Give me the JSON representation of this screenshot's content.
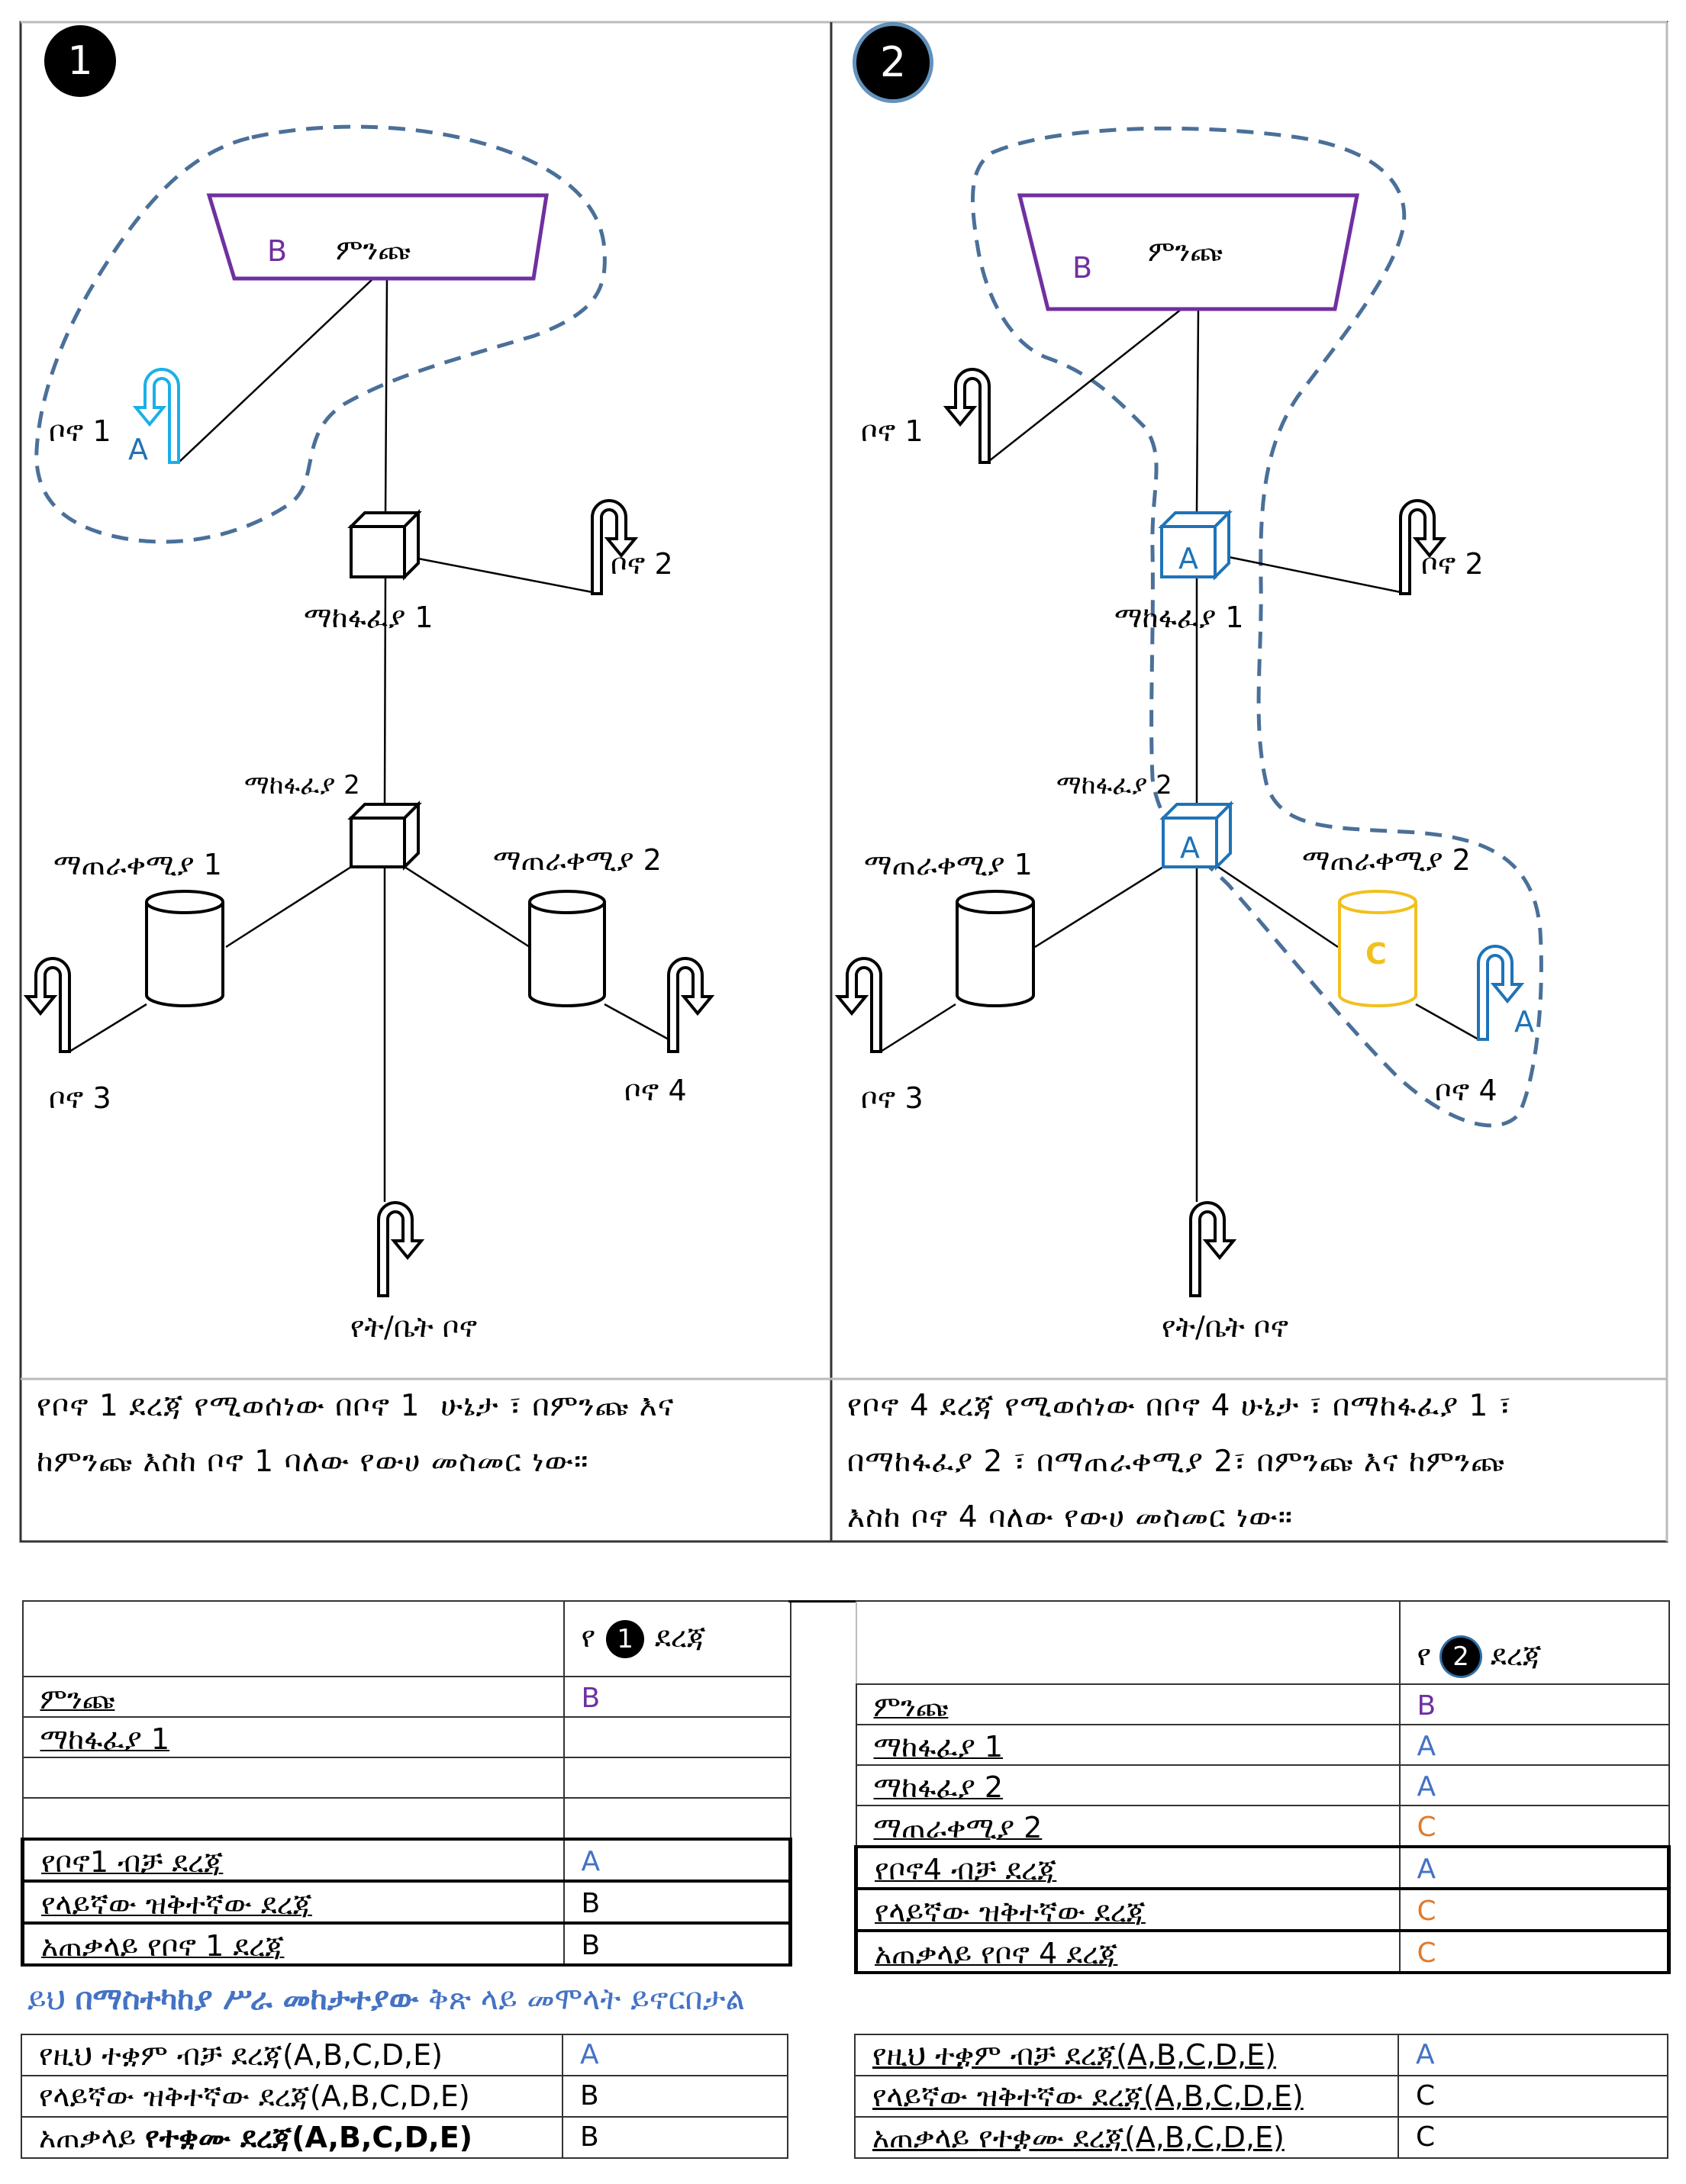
{
  "panels": [
    {
      "badge": "1",
      "source": {
        "label": "ምንጩ",
        "grade": "B"
      },
      "distributor_1": {
        "label": "ማከፋፈያ 1",
        "grade": ""
      },
      "distributor_2": {
        "label": "ማከፋፈያ  2",
        "grade": ""
      },
      "reservoir_1": {
        "label": "ማጠራቀሚያ 1",
        "grade": ""
      },
      "reservoir_2": {
        "label": "ማጠራቀሚያ 2",
        "grade": ""
      },
      "taps": [
        {
          "label": "ቦኖ 1",
          "grade": "A",
          "highlighted": true
        },
        {
          "label": "ቦኖ 2"
        },
        {
          "label": "ቦኖ 3"
        },
        {
          "label": "ቦኖ 4"
        },
        {
          "label": "የት/ቤት ቦኖ"
        }
      ],
      "explanation": "የቦኖ 1 ደረጃ የሚወሰነው በቦኖ 1  ሁኔታ ፣ በምንጩ እና\nከምንጩ እስከ ቦኖ 1 ባለው የውሀ መስመር ነው።"
    },
    {
      "badge": "2",
      "source": {
        "label": "ምንጩ",
        "grade": "B"
      },
      "distributor_1": {
        "label": "ማከፋፈያ 1",
        "grade": "A"
      },
      "distributor_2": {
        "label": "ማከፋፈያ  2",
        "grade": "A"
      },
      "reservoir_1": {
        "label": "ማጠራቀሚያ 1",
        "grade": ""
      },
      "reservoir_2": {
        "label": "ማጠራቀሚያ 2",
        "grade": "C"
      },
      "taps": [
        {
          "label": "ቦኖ 1"
        },
        {
          "label": "ቦኖ 2"
        },
        {
          "label": "ቦኖ 3"
        },
        {
          "label": "ቦኖ 4",
          "grade": "A",
          "highlighted": true
        },
        {
          "label": "የት/ቤት ቦኖ"
        }
      ],
      "explanation": "የቦኖ 4 ደረጃ የሚወሰነው በቦኖ 4 ሁኔታ ፣ በማከፋፈያ 1 ፣\nበማከፋፈያ 2 ፣ በማጠራቀሚያ 2፣ በምንጩ እና ከምንጩ\nእስከ ቦኖ 4 ባለው የውሀ መስመር ነው።"
    }
  ],
  "grade_tables": [
    {
      "header_prefix": "የ",
      "header_badge": "1",
      "header_suffix": "ደረጃ",
      "rows": [
        {
          "label": "ምንጩ",
          "value": "B",
          "color": "purple"
        },
        {
          "label": "ማከፋፈያ 1",
          "value": ""
        },
        {
          "label": "",
          "value": ""
        },
        {
          "label": "",
          "value": ""
        }
      ],
      "summary_rows": [
        {
          "label": "የቦኖ1  ብቻ ደረጃ",
          "value": "A",
          "color": "blue"
        },
        {
          "label": "የላይኛው ዝቅተኛው ደረጃ",
          "value": "B"
        },
        {
          "label": "አጠቃላይ የቦኖ 1  ደረጃ",
          "value": "B"
        }
      ]
    },
    {
      "header_prefix": "የ",
      "header_badge": "2",
      "header_suffix": "ደረጃ",
      "rows": [
        {
          "label": "ምንጩ",
          "value": "B",
          "color": "purple"
        },
        {
          "label": "ማከፋፈያ 1",
          "value": "A",
          "color": "blue"
        },
        {
          "label": "ማከፋፈያ 2",
          "value": "A",
          "color": "blue"
        },
        {
          "label": "ማጠራቀሚያ 2",
          "value": "C",
          "color": "orange"
        }
      ],
      "summary_rows": [
        {
          "label": "የቦኖ4 ብቻ ደረጃ",
          "value": "A",
          "color": "blue"
        },
        {
          "label": "የላይኛው ዝቅተኛው ደረጃ",
          "value": "C",
          "color": "orange"
        },
        {
          "label": "አጠቃላይ የቦኖ 4  ደረጃ",
          "value": "C",
          "color": "orange"
        }
      ]
    }
  ],
  "instruction": {
    "prefix": "ይህ ",
    "bold": "በማስተካከያ ሥራ መከታተያው",
    "suffix": " ቅጽ ላይ መሞላት ይኖርበታል"
  },
  "form_tables": [
    {
      "rows": [
        {
          "label": "የዚህ ተቋም ብቻ ደረጃ(A,B,C,D,E)",
          "value": "A",
          "color": "blue"
        },
        {
          "label": "የላይኛው ዝቅተኛው ደረጃ(A,B,C,D,E)",
          "value": "B"
        },
        {
          "label_plain": "አጠቃላይ ",
          "label_bold": "የተቋሙ  ደረጃ(A,B,C,D,E)",
          "value": "B"
        }
      ]
    },
    {
      "rows": [
        {
          "label": "የዚህ ተቋም ብቻ ደረጃ(A,B,C,D,E)",
          "value": "A",
          "color": "blue"
        },
        {
          "label": "የላይኛው ዝቅተኛው ደረጃ(A,B,C,D,E)",
          "value": "C"
        },
        {
          "label_plain": "አጠቃላይ ",
          "label_bold": "የተቋሙ  ደረጃ(A,B,C,D,E)",
          "value": "C"
        }
      ]
    }
  ],
  "colors": {
    "purple": "#7030a0",
    "blue": "#1f73b7",
    "table_blue": "#4472c4",
    "orange": "#e07b2c",
    "yellow": "#f2c01e",
    "tap_highlight": "#1ab0e8",
    "dashed_outline": "#4a7099"
  }
}
